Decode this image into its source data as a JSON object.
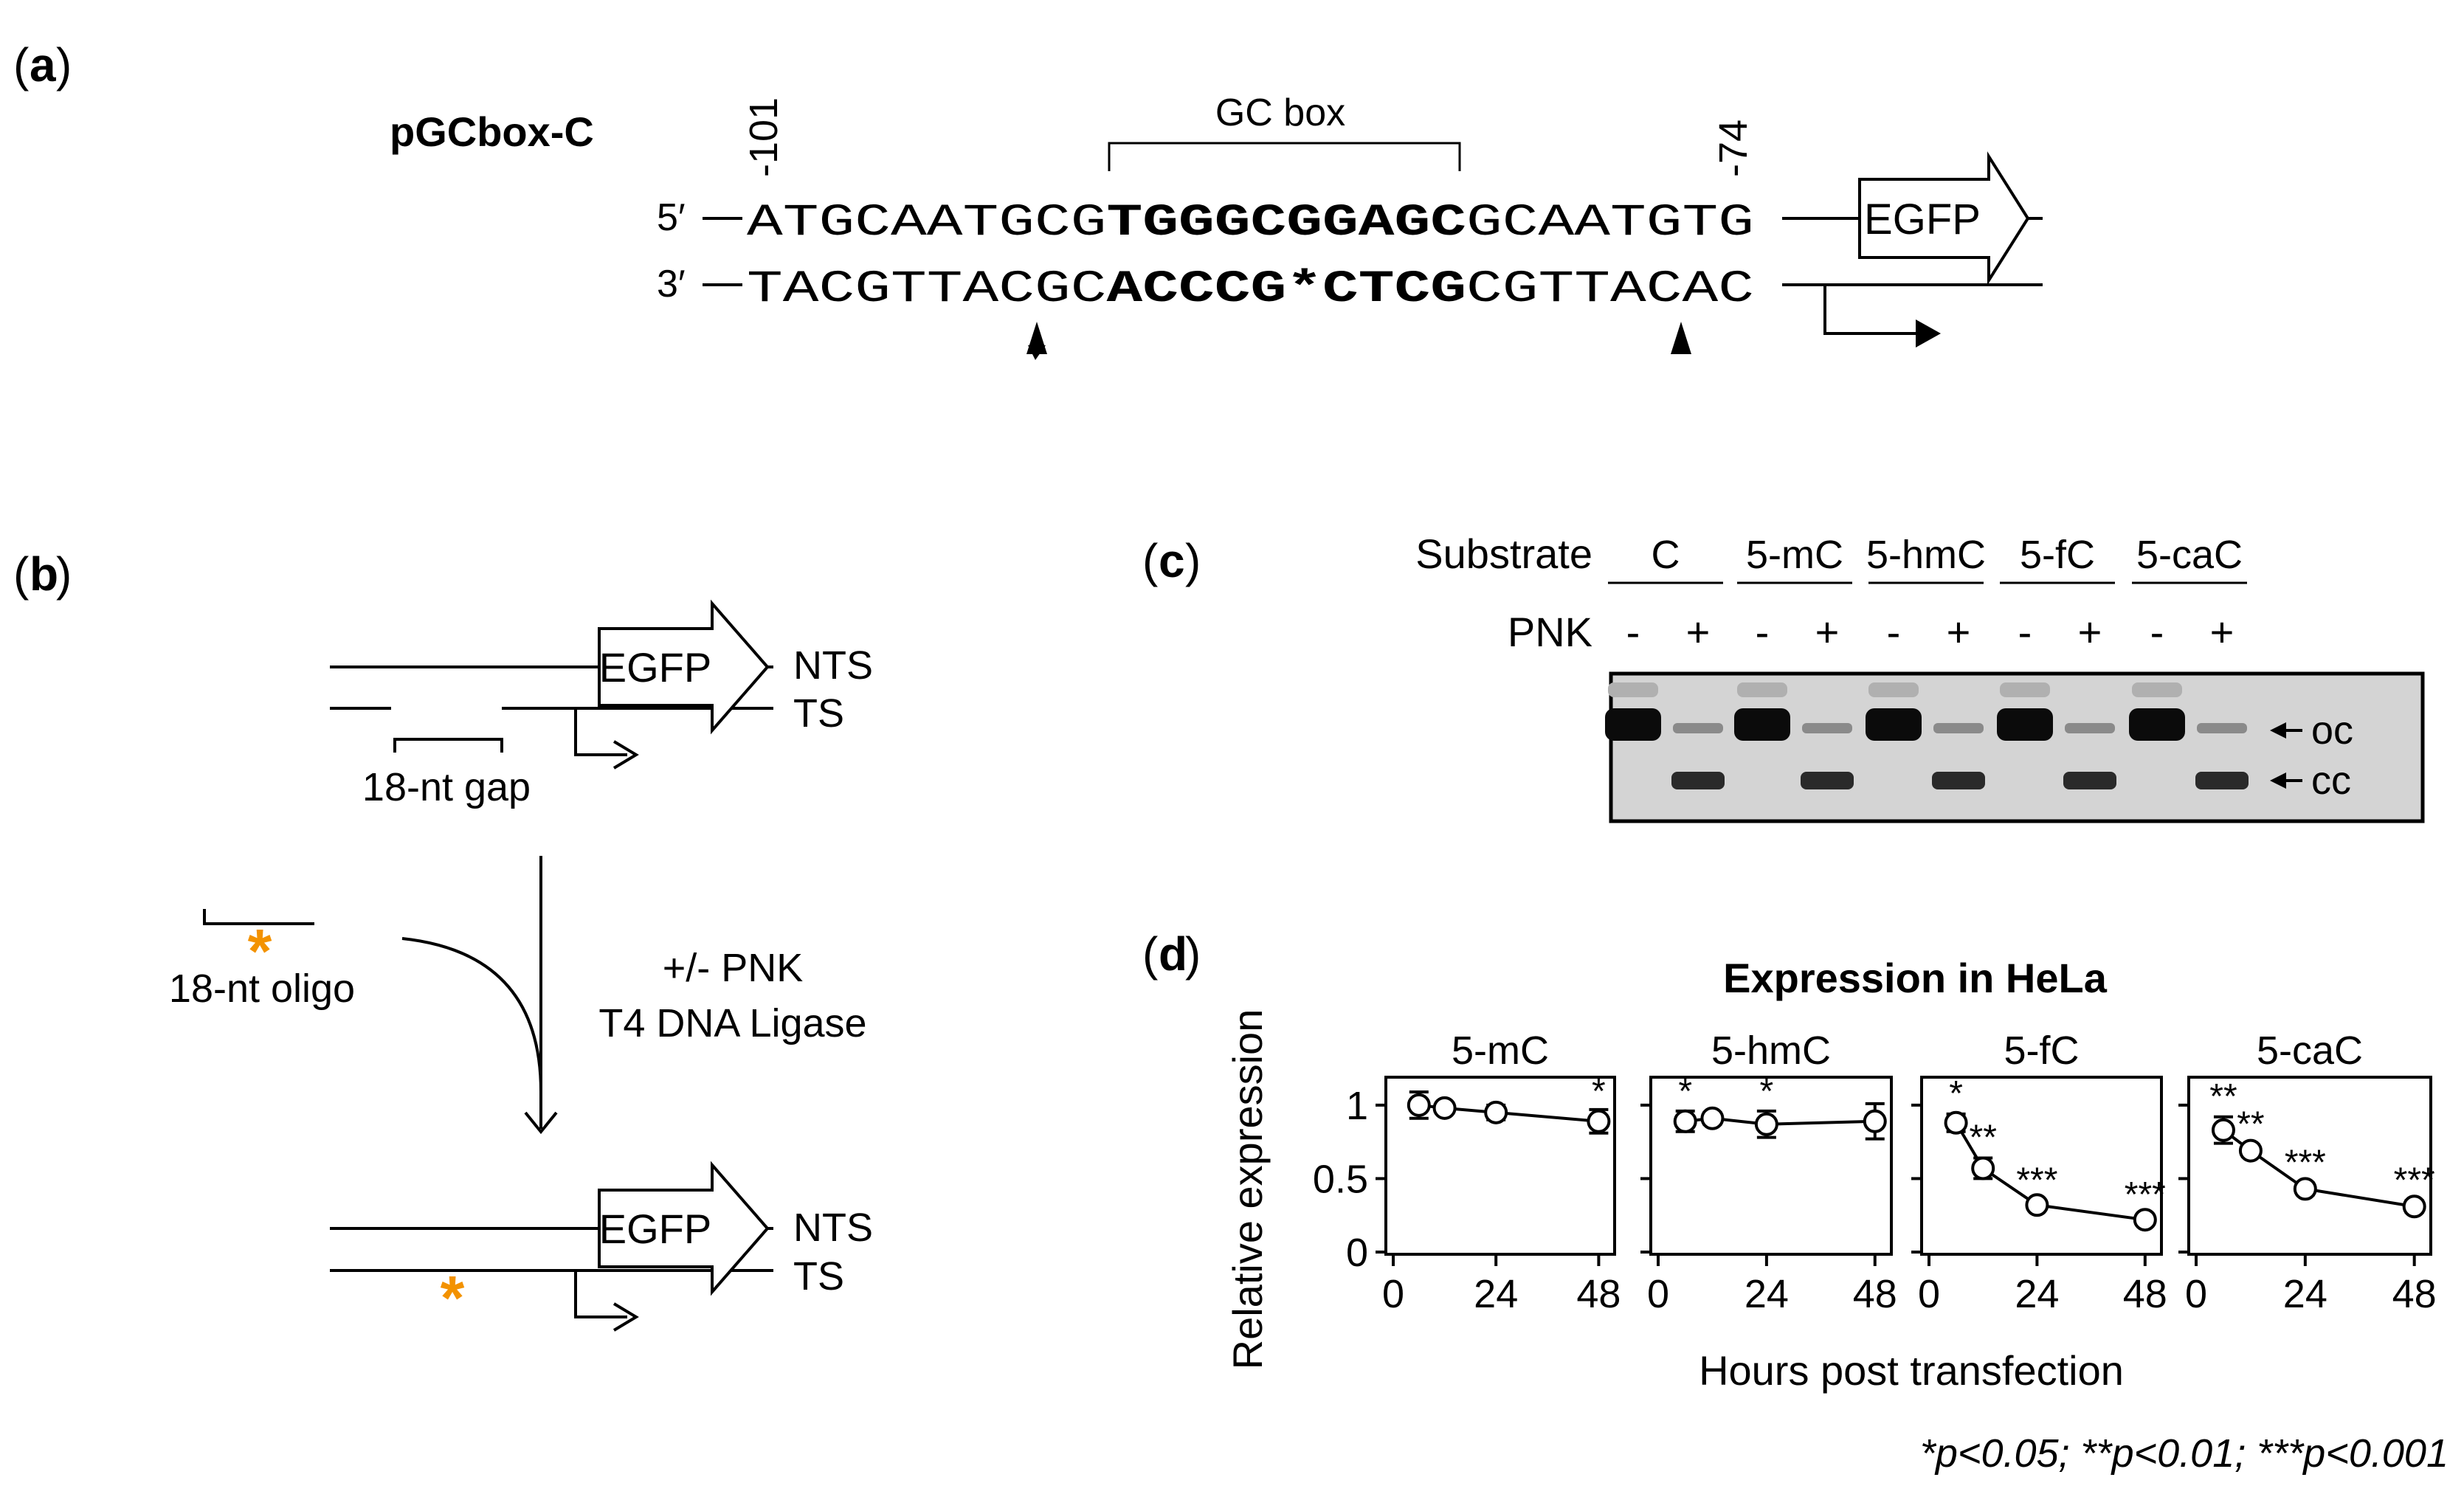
{
  "panel_a": {
    "label": "a",
    "construct": "pGCbox-C",
    "pos_start": "-101",
    "pos_end": "-74",
    "gc_box_label": "GC box",
    "strand_5": "5′",
    "strand_3": "3′",
    "top_seq_pre": "ATGCAATGCG",
    "top_seq_bold": "TGGGCGGAGC",
    "top_seq_post": "GCAATGTG",
    "bot_seq_pre": "TACGTTACGC",
    "bot_seq_bold": "ACCCG*CTCG",
    "bot_seq_post": "CGTTACAC",
    "gene": "EGFP"
  },
  "panel_b": {
    "label": "b",
    "gene_top": "EGFP",
    "nts": "NTS",
    "ts": "TS",
    "gap_label": "18-nt gap",
    "oligo_label": "18-nt oligo",
    "reaction_line1": "+/- PNK",
    "reaction_line2": "T4 DNA Ligase",
    "gene_bottom": "EGFP",
    "nts_bottom": "NTS",
    "ts_bottom": "TS",
    "accent_color": "#f39200"
  },
  "panel_c": {
    "label": "c",
    "substrate_label": "Substrate",
    "pnk_label": "PNK",
    "substrates": [
      "C",
      "5-mC",
      "5-hmC",
      "5-fC",
      "5-caC"
    ],
    "pnk_signs": [
      "-",
      "+",
      "-",
      "+",
      "-",
      "+",
      "-",
      "+",
      "-",
      "+"
    ],
    "band_oc": "oc",
    "band_cc": "cc"
  },
  "panel_d": {
    "label": "d",
    "title": "Expression in HeLa",
    "ylabel": "Relative expression",
    "xlabel": "Hours post transfection",
    "footnote": "*p<0.05; **p<0.01; ***p<0.001"
  },
  "chart_data": {
    "type": "line",
    "title": "Expression in HeLa",
    "xlabel": "Hours post transfection",
    "ylabel": "Relative expression",
    "xlim": [
      0,
      50
    ],
    "ylim": [
      0,
      1.15
    ],
    "xticks": [
      0,
      24,
      48
    ],
    "yticks": [
      0,
      0.5,
      1
    ],
    "ytick_labels": [
      "0",
      "0.5",
      "1"
    ],
    "panels": [
      {
        "name": "5-mC",
        "x": [
          6,
          12,
          24,
          48
        ],
        "y": [
          1.0,
          0.98,
          0.95,
          0.89
        ],
        "err": [
          0.09,
          0.03,
          0.05,
          0.08
        ],
        "stars": [
          "",
          "",
          "",
          "*"
        ]
      },
      {
        "name": "5-hmC",
        "x": [
          6,
          12,
          24,
          48
        ],
        "y": [
          0.89,
          0.91,
          0.87,
          0.89
        ],
        "err": [
          0.07,
          0.04,
          0.09,
          0.12
        ],
        "stars": [
          "*",
          "",
          "*",
          ""
        ]
      },
      {
        "name": "5-fC",
        "x": [
          6,
          12,
          24,
          48
        ],
        "y": [
          0.88,
          0.57,
          0.32,
          0.22
        ],
        "err": [
          0.06,
          0.07,
          0.03,
          0.03
        ],
        "stars": [
          "*",
          "**",
          "***",
          "***"
        ]
      },
      {
        "name": "5-caC",
        "x": [
          6,
          12,
          24,
          48
        ],
        "y": [
          0.83,
          0.69,
          0.43,
          0.31
        ],
        "err": [
          0.09,
          0.04,
          0.04,
          0.04
        ],
        "stars": [
          "**",
          "**",
          "***",
          "***"
        ]
      }
    ]
  }
}
